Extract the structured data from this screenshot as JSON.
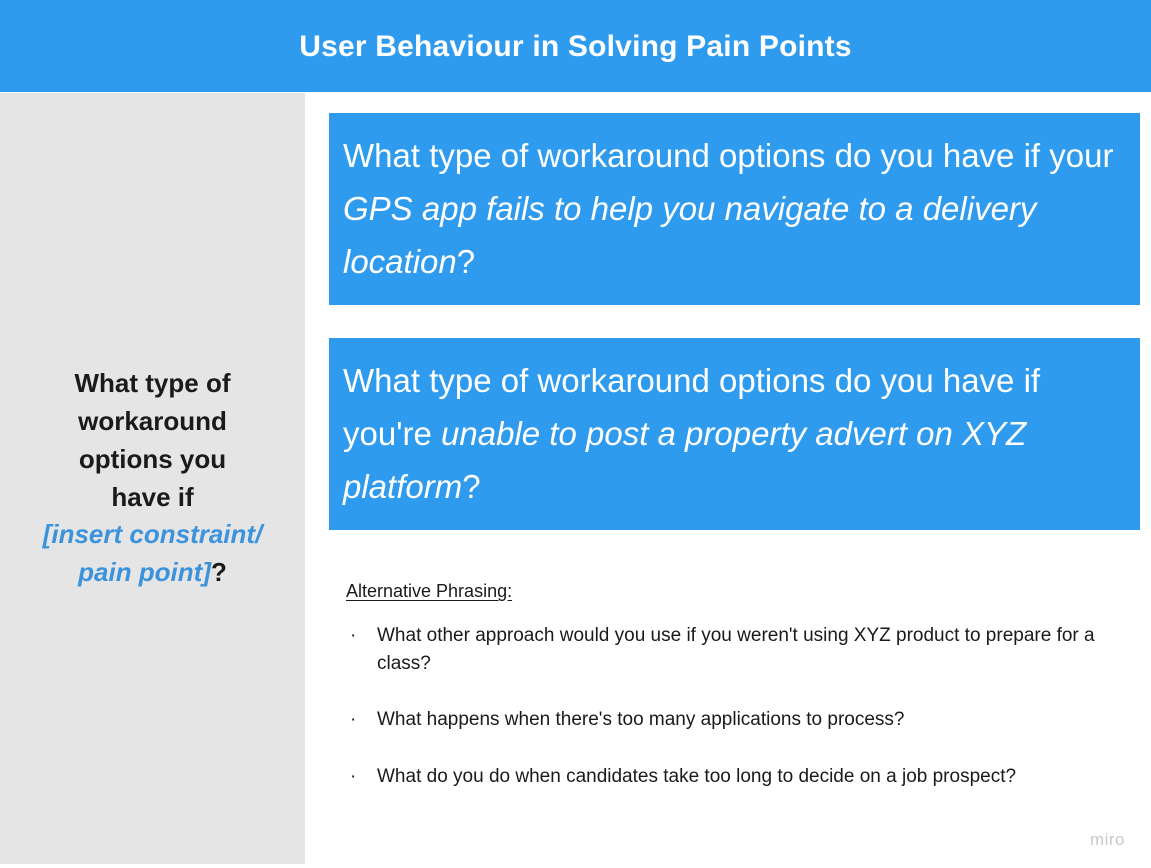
{
  "header": {
    "title": "User Behaviour in Solving Pain Points",
    "background_color": "#2F9BEE",
    "text_color": "#FFFFFF"
  },
  "sidebar": {
    "background_color": "#E5E5E5",
    "prompt_line_1": "What type of",
    "prompt_line_2": "workaround",
    "prompt_line_3": "options you",
    "prompt_line_4": "have if",
    "prompt_highlight": "[insert constraint/ pain point]",
    "prompt_question_mark": "?",
    "highlight_color": "#3C93DD",
    "text_color": "#1A1A1A"
  },
  "main": {
    "cards": [
      {
        "lead": "What type of workaround options do you have if your ",
        "emphasis": "GPS app fails to help you navigate to a delivery location",
        "trail": "?",
        "background_color": "#2F9BEE",
        "text_color": "#FFFFFF"
      },
      {
        "lead": "What type of workaround options do you have if you're ",
        "emphasis": "unable to post a property advert on XYZ platform",
        "trail": "?",
        "background_color": "#2F9BEE",
        "text_color": "#FFFFFF"
      }
    ],
    "alternative": {
      "heading": "Alternative Phrasing:",
      "bullet_glyph": "·",
      "items": [
        "What other approach would you use if you weren't using XYZ product to prepare for a class?",
        "What happens when there's too many applications to process?",
        "What do you do when candidates take too long to decide on a job prospect?"
      ]
    }
  },
  "watermark": {
    "label": "miro",
    "color": "#C9C9CE"
  }
}
